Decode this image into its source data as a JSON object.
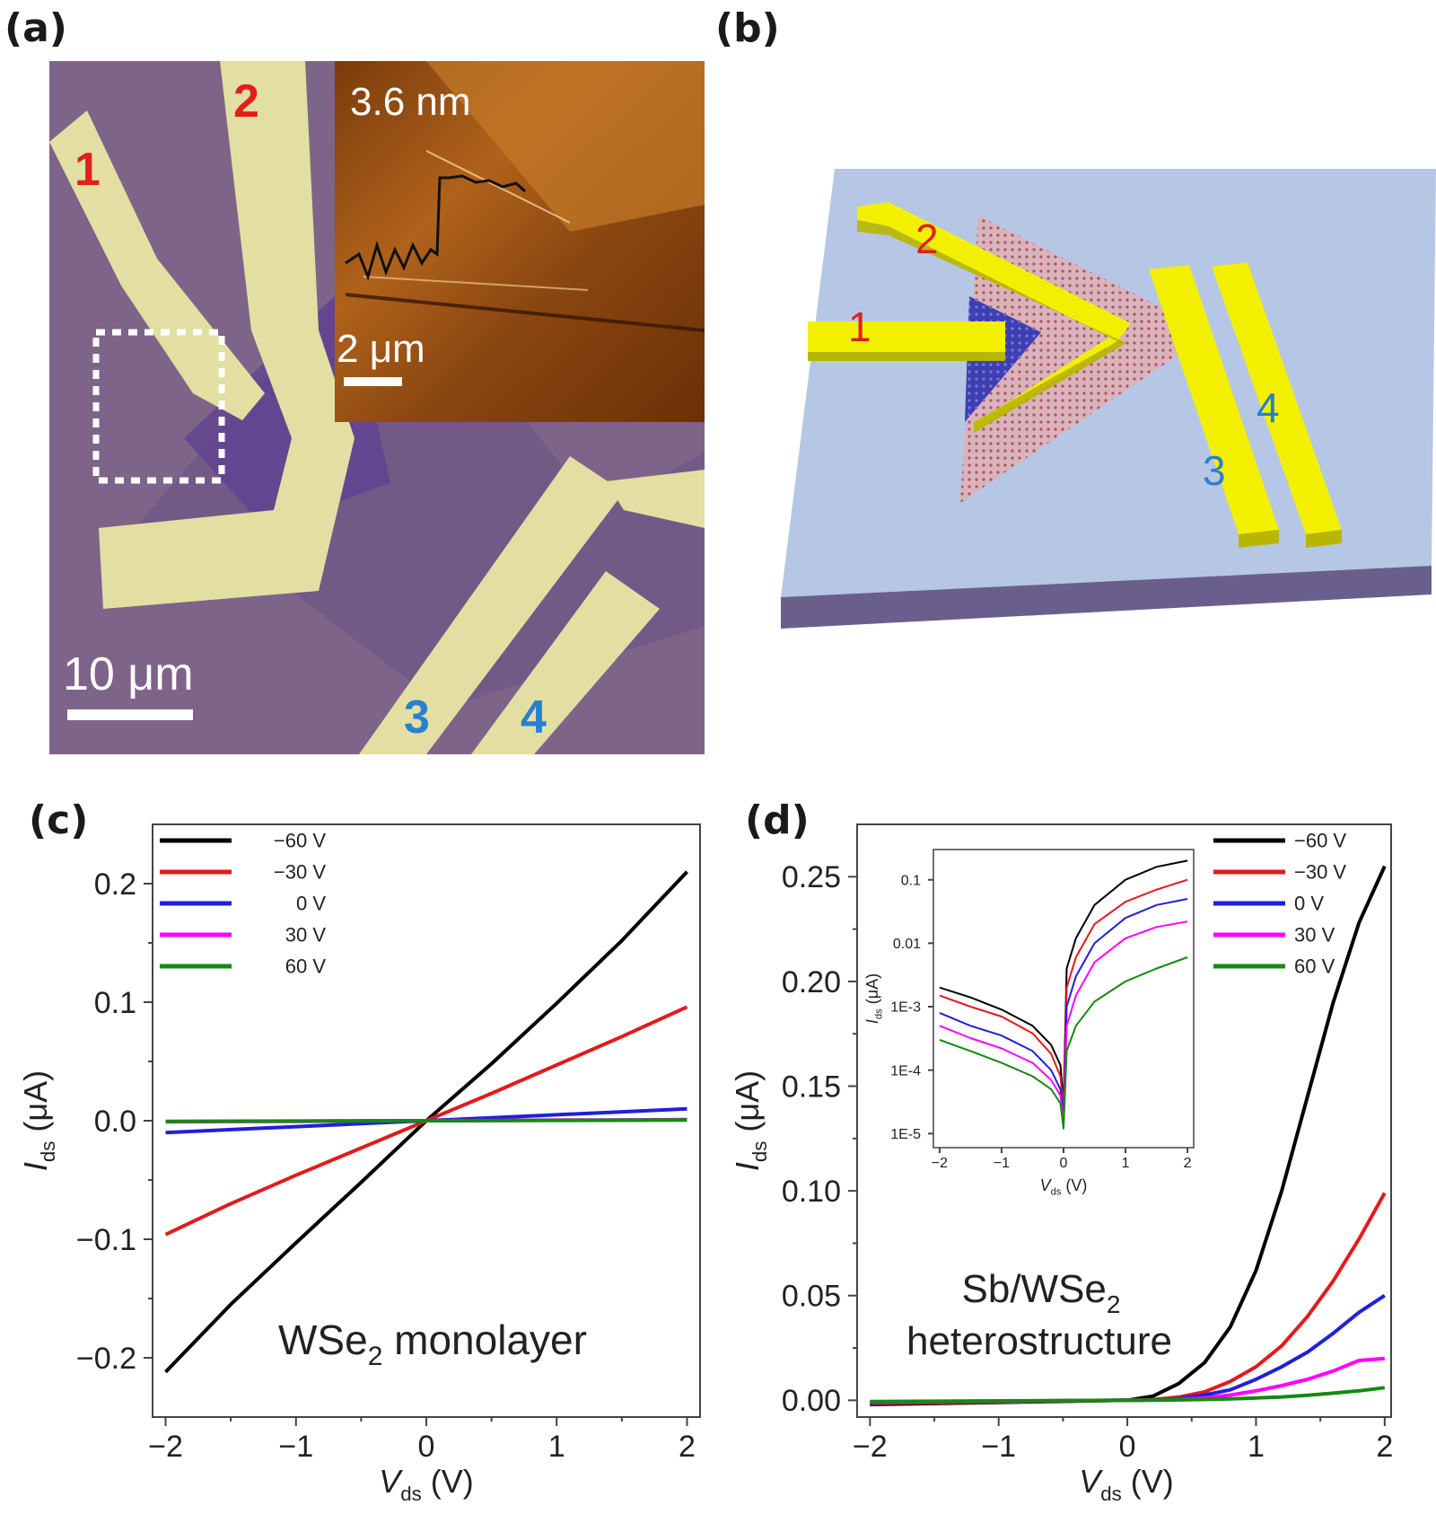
{
  "panels": {
    "a": {
      "label": "(a)",
      "electrodes": [
        "1",
        "2",
        "3",
        "4"
      ],
      "scale_bar": "10 μm",
      "inset_height": "3.6 nm",
      "inset_scale_bar": "2 μm"
    },
    "b": {
      "label": "(b)",
      "electrodes": [
        "1",
        "2",
        "3",
        "4"
      ]
    },
    "c": {
      "label": "(c)"
    },
    "d": {
      "label": "(d)"
    }
  },
  "colors": {
    "neg60": "#000000",
    "neg30": "#e31a1c",
    "zero": "#1f1fdc",
    "pos30": "#ff00ff",
    "pos60": "#138a13",
    "gold": "#e5e1a2",
    "substrate": "#7d6189",
    "red_label": "#e0201a",
    "blue_label": "#2a7fd0"
  },
  "chart_data": [
    {
      "panel": "(c)",
      "type": "line",
      "xlabel": "V",
      "xlabel_sub": "ds",
      "xlabel_unit": " (V)",
      "ylabel": "I",
      "ylabel_sub": "ds",
      "ylabel_unit": " (μA)",
      "xlim": [
        -2.1,
        2.1
      ],
      "ylim": [
        -0.25,
        0.25
      ],
      "xticks": [
        -2,
        -1,
        0,
        1,
        2
      ],
      "xtick_labels": [
        "−2",
        "−1",
        "0",
        "1",
        "2"
      ],
      "yticks": [
        -0.2,
        -0.1,
        0.0,
        0.1,
        0.2
      ],
      "ytick_labels": [
        "−0.2",
        "−0.1",
        "0.0",
        "0.1",
        "0.2"
      ],
      "annotation": "WSe",
      "annotation_sub": "2",
      "annotation_rest": " monolayer",
      "legend_position": "top-left",
      "x": [
        -2,
        -1.5,
        -1,
        -0.5,
        0,
        0.5,
        1,
        1.5,
        2
      ],
      "series": [
        {
          "name": "−60 V",
          "color": "#000000",
          "values": [
            -0.212,
            -0.155,
            -0.103,
            -0.052,
            0.0,
            0.048,
            0.099,
            0.152,
            0.21
          ]
        },
        {
          "name": "−30 V",
          "color": "#e31a1c",
          "values": [
            -0.096,
            -0.07,
            -0.046,
            -0.023,
            0.0,
            0.023,
            0.047,
            0.071,
            0.096
          ]
        },
        {
          "name": "0 V",
          "color": "#1f1fdc",
          "values": [
            -0.01,
            -0.0075,
            -0.005,
            -0.0025,
            0.0,
            0.0025,
            0.005,
            0.0075,
            0.01
          ]
        },
        {
          "name": "30 V",
          "color": "#ff00ff",
          "values": [
            -0.001,
            -0.0007,
            -0.0005,
            -0.0002,
            0.0,
            0.0002,
            0.0005,
            0.0007,
            0.001
          ]
        },
        {
          "name": "60 V",
          "color": "#138a13",
          "values": [
            -0.0005,
            -0.0004,
            -0.0003,
            -0.0001,
            0.0,
            0.0001,
            0.0003,
            0.0004,
            0.0005
          ]
        }
      ]
    },
    {
      "panel": "(d)",
      "type": "line",
      "xlabel": "V",
      "xlabel_sub": "ds",
      "xlabel_unit": " (V)",
      "ylabel": "I",
      "ylabel_sub": "ds",
      "ylabel_unit": " (μA)",
      "xlim": [
        -2.1,
        2.05
      ],
      "ylim": [
        -0.008,
        0.275
      ],
      "xticks": [
        -2,
        -1,
        0,
        1,
        2
      ],
      "xtick_labels": [
        "−2",
        "−1",
        "0",
        "1",
        "2"
      ],
      "yticks": [
        0.0,
        0.05,
        0.1,
        0.15,
        0.2,
        0.25
      ],
      "ytick_labels": [
        "0.00",
        "0.05",
        "0.10",
        "0.15",
        "0.20",
        "0.25"
      ],
      "annotation_line1": "Sb/WSe",
      "annotation_line1_sub": "2",
      "annotation_line2": "heterostructure",
      "legend_position": "top-right",
      "x": [
        -2,
        -1,
        0,
        0.2,
        0.4,
        0.6,
        0.8,
        1.0,
        1.2,
        1.4,
        1.6,
        1.8,
        2.0
      ],
      "series": [
        {
          "name": "−60 V",
          "color": "#000000",
          "values": [
            -0.002,
            -0.001,
            0.0,
            0.002,
            0.008,
            0.018,
            0.035,
            0.062,
            0.1,
            0.145,
            0.19,
            0.228,
            0.255
          ]
        },
        {
          "name": "−30 V",
          "color": "#e31a1c",
          "values": [
            -0.0015,
            -0.0008,
            0.0,
            0.0003,
            0.0015,
            0.004,
            0.009,
            0.016,
            0.026,
            0.04,
            0.057,
            0.077,
            0.099
          ]
        },
        {
          "name": "0 V",
          "color": "#1f1fdc",
          "values": [
            -0.001,
            -0.0005,
            0.0,
            0.0002,
            0.0008,
            0.0025,
            0.005,
            0.01,
            0.016,
            0.023,
            0.032,
            0.042,
            0.05
          ]
        },
        {
          "name": "30 V",
          "color": "#ff00ff",
          "values": [
            -0.0008,
            -0.0004,
            0.0,
            0.0001,
            0.0004,
            0.0011,
            0.0025,
            0.0045,
            0.007,
            0.01,
            0.014,
            0.019,
            0.02
          ]
        },
        {
          "name": "60 V",
          "color": "#138a13",
          "values": [
            -0.0006,
            -0.0003,
            0.0,
            0.0001,
            0.0002,
            0.0004,
            0.0007,
            0.0011,
            0.0016,
            0.0024,
            0.0034,
            0.0045,
            0.006
          ]
        }
      ],
      "inset": {
        "type": "line",
        "yscale": "log",
        "xlim": [
          -2.1,
          2.1
        ],
        "ylim": [
          6e-06,
          0.3
        ],
        "xticks": [
          -2,
          -1,
          0,
          1,
          2
        ],
        "xtick_labels": [
          "−2",
          "−1",
          "0",
          "1",
          "2"
        ],
        "yticks": [
          1e-05,
          0.0001,
          0.001,
          0.01,
          0.1
        ],
        "ytick_labels": [
          "1E-5",
          "1E-4",
          "1E-3",
          "0.01",
          "0.1"
        ],
        "xlabel": "V",
        "xlabel_sub": "ds",
        "xlabel_unit": " (V)",
        "ylabel": "I",
        "ylabel_sub": "ds",
        "ylabel_unit": " (μA)",
        "x": [
          -2,
          -1.5,
          -1,
          -0.5,
          -0.2,
          -0.05,
          0.0,
          0.05,
          0.2,
          0.5,
          1,
          1.5,
          2
        ],
        "series": [
          {
            "name": "−60 V",
            "color": "#000000",
            "values": [
              0.002,
              0.0014,
              0.0009,
              0.0005,
              0.00025,
              0.00012,
              3e-05,
              0.004,
              0.012,
              0.04,
              0.1,
              0.16,
              0.2
            ]
          },
          {
            "name": "−30 V",
            "color": "#e31a1c",
            "values": [
              0.0015,
              0.001,
              0.0007,
              0.00038,
              0.00018,
              8e-05,
              2.5e-05,
              0.002,
              0.006,
              0.02,
              0.045,
              0.07,
              0.1
            ]
          },
          {
            "name": "0 V",
            "color": "#1f1fdc",
            "values": [
              0.0008,
              0.0005,
              0.00035,
              0.0002,
              0.0001,
              5e-05,
              2e-05,
              0.001,
              0.003,
              0.01,
              0.025,
              0.04,
              0.05
            ]
          },
          {
            "name": "30 V",
            "color": "#ff00ff",
            "values": [
              0.0005,
              0.00032,
              0.00022,
              0.00013,
              7e-05,
              4e-05,
              1.5e-05,
              0.0005,
              0.0015,
              0.005,
              0.012,
              0.018,
              0.022
            ]
          },
          {
            "name": "60 V",
            "color": "#138a13",
            "values": [
              0.0003,
              0.0002,
              0.00013,
              8e-05,
              5e-05,
              3e-05,
              1.2e-05,
              0.0002,
              0.0005,
              0.0012,
              0.0025,
              0.004,
              0.006
            ]
          }
        ]
      }
    }
  ]
}
